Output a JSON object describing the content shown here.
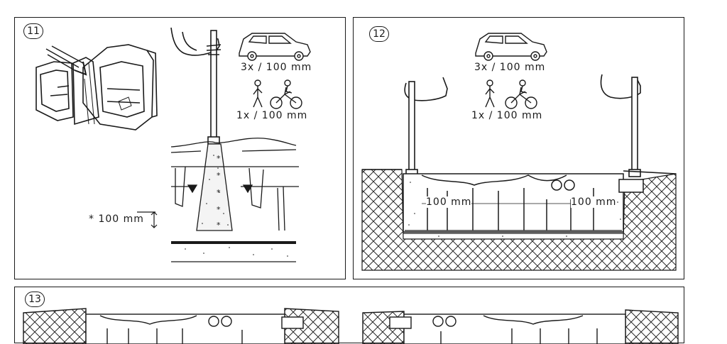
{
  "panel11": {
    "step": "11",
    "car_rule": "3x  /  100  mm",
    "walk_rule": "1x  /  100  mm",
    "layer_note": "* 100  mm"
  },
  "panel12": {
    "step": "12",
    "car_rule": "3x  /  100  mm",
    "walk_rule": "1x  /  100  mm",
    "dim_left": "100  mm",
    "dim_right": "100  mm"
  },
  "panel13": {
    "step": "13"
  }
}
